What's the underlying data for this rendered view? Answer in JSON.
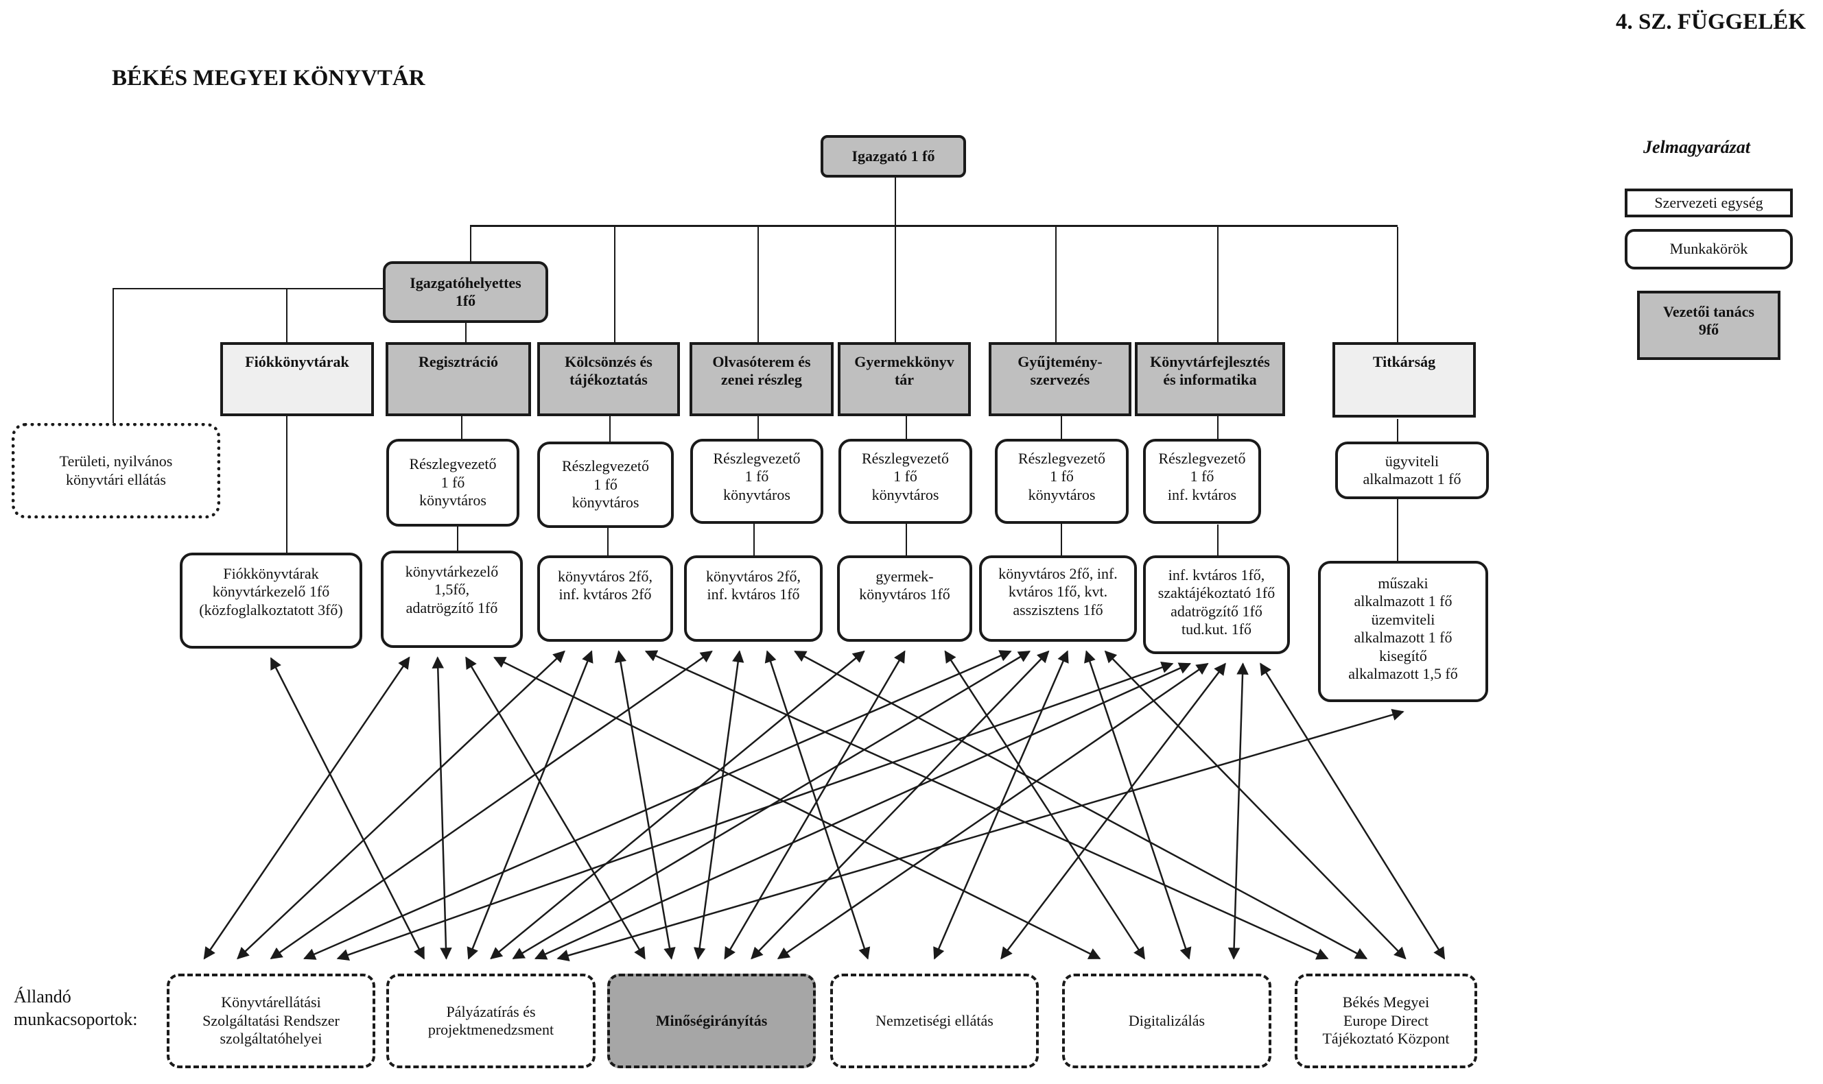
{
  "header": {
    "appendix_label": "4. SZ. FÜGGELÉK",
    "org_title": "BÉKÉS MEGYEI KÖNYVTÁR"
  },
  "legend": {
    "title": "Jelmagyarázat",
    "items": [
      {
        "label": "Szervezeti egység",
        "style": "organizational-unit"
      },
      {
        "label": "Munkakörök",
        "style": "job-role"
      },
      {
        "label": "Vezetői tanács\n9fő",
        "style": "management-council"
      }
    ]
  },
  "colors": {
    "dark_unit_fill": "#bfbfbf",
    "light_unit_fill": "#efefef",
    "highlight_group_fill": "#a6a6a6",
    "line": "#1a1a1a"
  },
  "director": {
    "label": "Igazgató 1 fő"
  },
  "deputy": {
    "label": "Igazgatóhelyettes\n1fő"
  },
  "regional_service": {
    "label": "Területi, nyilvános\nkönyvtári ellátás"
  },
  "departments": [
    {
      "id": "fiok",
      "label": "Fiókkönyvtárak",
      "shade": "light",
      "head": null,
      "staff": "Fiókkönyvtárak\nkönyvtárkezelő 1fő\n(közfoglalkoztatott 3fő)"
    },
    {
      "id": "reg",
      "label": "Regisztráció",
      "shade": "dark",
      "head": "Részlegvezető\n1 fő\nkönyvtáros",
      "staff": "könyvtárkezelő\n1,5fő,\nadatrögzítő 1fő"
    },
    {
      "id": "kol",
      "label": "Kölcsönzés és\ntájékoztatás",
      "shade": "dark",
      "head": "Részlegvezető\n1 fő\nkönyvtáros",
      "staff": "könyvtáros 2fő,\ninf. kvtáros 2fő"
    },
    {
      "id": "olv",
      "label": "Olvasóterem és\nzenei részleg",
      "shade": "dark",
      "head": "Részlegvezető\n1 fő\nkönyvtáros",
      "staff": "könyvtáros 2fő,\ninf. kvtáros 1fő"
    },
    {
      "id": "gyer",
      "label": "Gyermekkönyv\ntár",
      "shade": "dark",
      "head": "Részlegvezető\n1 fő\nkönyvtáros",
      "staff": "gyermek-\nkönyvtáros 1fő"
    },
    {
      "id": "gyuj",
      "label": "Gyűjtemény-\nszervezés",
      "shade": "dark",
      "head": "Részlegvezető\n1 fő\nkönyvtáros",
      "staff": "könyvtáros 2fő, inf.\nkvtáros 1fő, kvt.\nasszisztens 1fő"
    },
    {
      "id": "kf",
      "label": "Könyvtárfejlesztés\nés informatika",
      "shade": "dark",
      "head": "Részlegvezető\n1 fő\ninf. kvtáros",
      "staff": "inf. kvtáros 1fő,\nszaktájékoztató 1fő\nadatrögzítő 1fő\ntud.kut. 1fő"
    },
    {
      "id": "tit",
      "label": "Titkárság",
      "shade": "light",
      "head": "ügyviteli\nalkalmazott 1 fő",
      "staff": "műszaki\nalkalmazott 1 fő\nüzemviteli\nalkalmazott 1 fő\nkisegítő\nalkalmazott 1,5 fő"
    }
  ],
  "workgroups_label": "Állandó\nmunkacsoportok:",
  "workgroups": [
    {
      "id": "kszr",
      "label": "Könyvtárellátási\nSzolgáltatási Rendszer\nszolgáltatóhelyei",
      "highlight": false
    },
    {
      "id": "paly",
      "label": "Pályázatírás és\nprojektmenedzsment",
      "highlight": false
    },
    {
      "id": "min",
      "label": "Minőségirányítás",
      "highlight": true
    },
    {
      "id": "nemz",
      "label": "Nemzetiségi ellátás",
      "highlight": false
    },
    {
      "id": "dig",
      "label": "Digitalizálás",
      "highlight": false
    },
    {
      "id": "ed",
      "label": "Békés Megyei\nEurope Direct\nTájékoztató Központ",
      "highlight": false
    }
  ],
  "connections": [
    {
      "from": "fiok",
      "to": "paly"
    },
    {
      "from": "reg",
      "to": "kszr"
    },
    {
      "from": "reg",
      "to": "paly"
    },
    {
      "from": "reg",
      "to": "min"
    },
    {
      "from": "reg",
      "to": "dig"
    },
    {
      "from": "kol",
      "to": "kszr"
    },
    {
      "from": "kol",
      "to": "paly"
    },
    {
      "from": "kol",
      "to": "min"
    },
    {
      "from": "kol",
      "to": "ed"
    },
    {
      "from": "olv",
      "to": "kszr"
    },
    {
      "from": "olv",
      "to": "min"
    },
    {
      "from": "olv",
      "to": "nemz"
    },
    {
      "from": "olv",
      "to": "ed"
    },
    {
      "from": "gyer",
      "to": "paly"
    },
    {
      "from": "gyer",
      "to": "min"
    },
    {
      "from": "gyer",
      "to": "dig"
    },
    {
      "from": "gyuj",
      "to": "kszr"
    },
    {
      "from": "gyuj",
      "to": "paly"
    },
    {
      "from": "gyuj",
      "to": "min"
    },
    {
      "from": "gyuj",
      "to": "nemz"
    },
    {
      "from": "gyuj",
      "to": "dig"
    },
    {
      "from": "gyuj",
      "to": "ed"
    },
    {
      "from": "kf",
      "to": "paly"
    },
    {
      "from": "kf",
      "to": "min"
    },
    {
      "from": "kf",
      "to": "nemz"
    },
    {
      "from": "kf",
      "to": "dig"
    },
    {
      "from": "kf",
      "to": "ed"
    },
    {
      "from": "kf",
      "to": "kszr"
    },
    {
      "from": "tit",
      "to": "paly"
    }
  ]
}
